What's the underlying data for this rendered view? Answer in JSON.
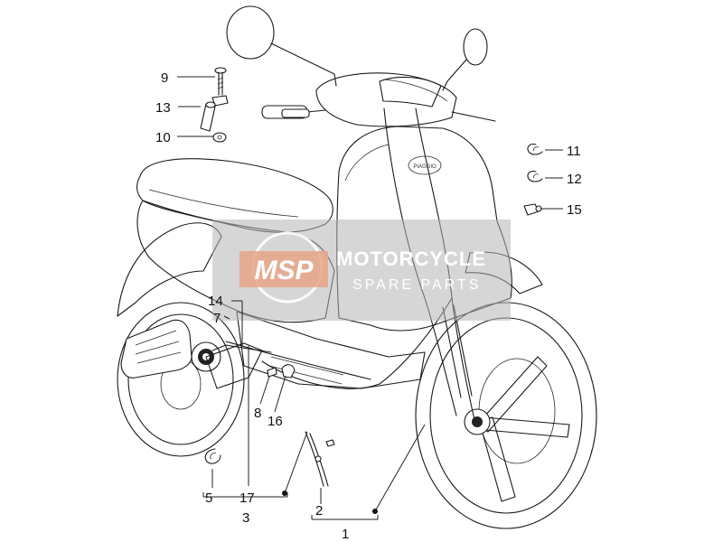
{
  "watermark": {
    "logo": "MSP",
    "line1": "MOTORCYCLE",
    "line2": "SPARE PARTS",
    "logo_color": "#e8a488",
    "bg_color": "#b4b4b4"
  },
  "brand_badge": "PIAGGIO",
  "callouts": {
    "p1": "1",
    "p2": "2",
    "p3": "3",
    "p5": "5",
    "p7": "7",
    "p8": "8",
    "p9": "9",
    "p10": "10",
    "p11": "11",
    "p12": "12",
    "p13": "13",
    "p14": "14",
    "p15": "15",
    "p16": "16",
    "p17": "17"
  }
}
